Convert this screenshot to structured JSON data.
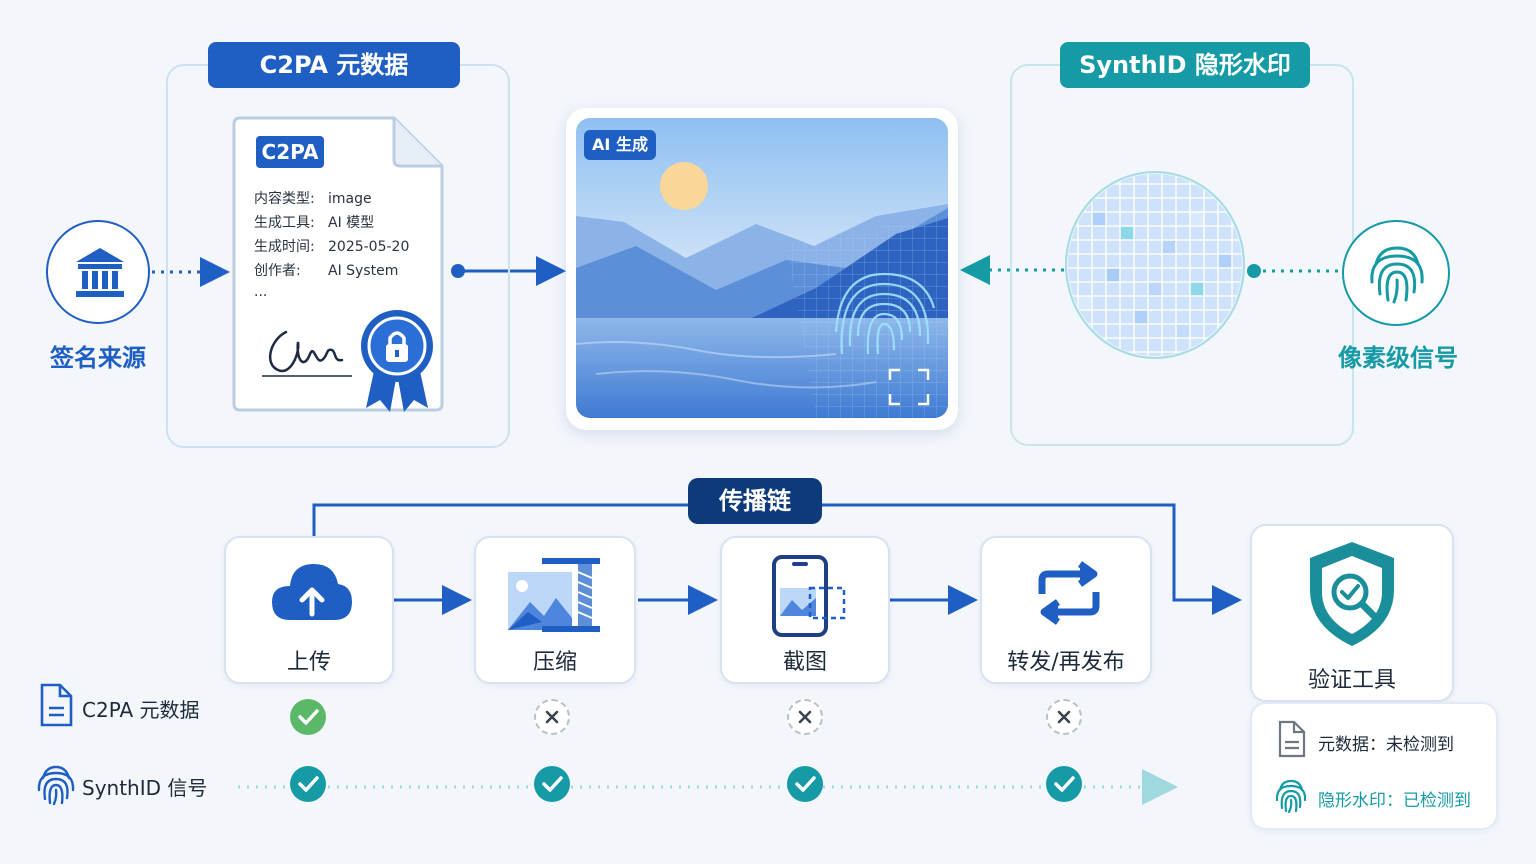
{
  "c2pa_panel": {
    "title": "C2PA 元数据",
    "doc_badge": "C2PA",
    "fields": [
      {
        "key": "内容类型:",
        "value": "image"
      },
      {
        "key": "生成工具:",
        "value": "AI 模型"
      },
      {
        "key": "生成时间:",
        "value": "2025-05-20"
      },
      {
        "key": "创作者:",
        "value": "AI System"
      }
    ],
    "ellipsis": "...",
    "signer_label": "签名来源"
  },
  "image_card": {
    "badge": "AI 生成"
  },
  "synthid_panel": {
    "title": "SynthID 隐形水印",
    "signal_label": "像素级信号"
  },
  "chain": {
    "title": "传播链",
    "stages": [
      {
        "label": "上传",
        "icon": "cloud-upload-icon"
      },
      {
        "label": "压缩",
        "icon": "compress-image-icon"
      },
      {
        "label": "截图",
        "icon": "screenshot-icon"
      },
      {
        "label": "转发/再发布",
        "icon": "repost-icon"
      }
    ],
    "verify": {
      "label": "验证工具",
      "icon": "shield-search-icon"
    }
  },
  "rows": {
    "c2pa": {
      "label": "C2PA 元数据",
      "status": [
        "detected",
        "lost",
        "lost",
        "lost"
      ]
    },
    "synthid": {
      "label": "SynthID 信号",
      "status": [
        "detected",
        "detected",
        "detected",
        "detected"
      ]
    }
  },
  "result": {
    "metadata": "元数据：未检测到",
    "watermark": "隐形水印：已检测到"
  },
  "colors": {
    "blue": "#1f5fc4",
    "teal": "#159aa6",
    "navy": "#0c3a7a",
    "green": "#5bb868"
  }
}
